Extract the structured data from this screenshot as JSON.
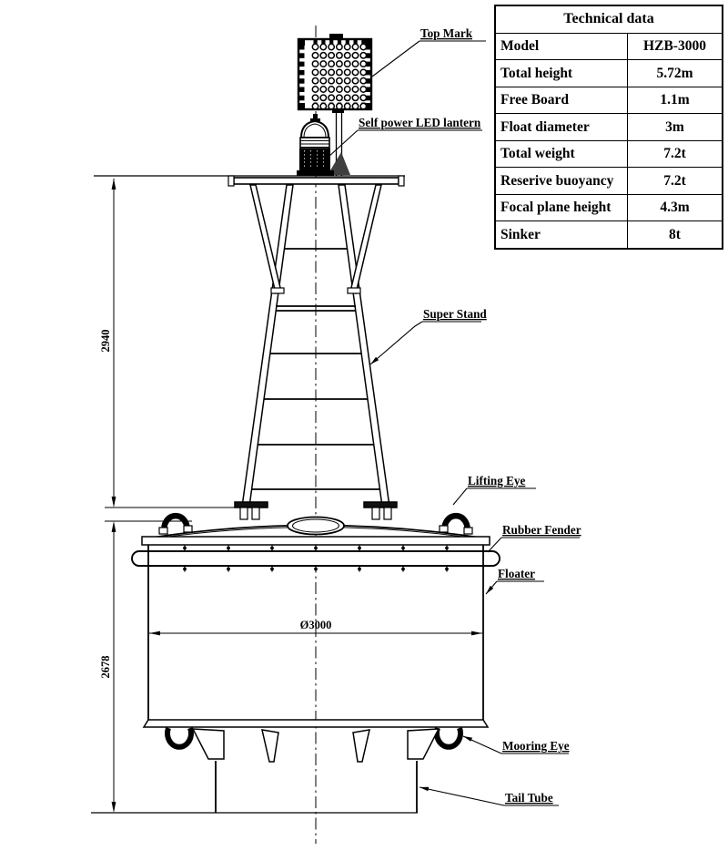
{
  "table": {
    "title": "Technical data",
    "rows": [
      {
        "label": "Model",
        "value": "HZB-3000"
      },
      {
        "label": "Total height",
        "value": "5.72m"
      },
      {
        "label": "Free Board",
        "value": "1.1m"
      },
      {
        "label": "Float diameter",
        "value": "3m"
      },
      {
        "label": "Total weight",
        "value": "7.2t"
      },
      {
        "label": "Reserive buoyancy",
        "value": "7.2t"
      },
      {
        "label": "Focal plane height",
        "value": "4.3m"
      },
      {
        "label": "Sinker",
        "value": "8t"
      }
    ]
  },
  "labels": {
    "top_mark": "Top Mark",
    "led_lantern": "Self power LED lantern",
    "super_stand": "Super Stand",
    "lifting_eye": "Lifting Eye",
    "rubber_fender": "Rubber Fender",
    "floater": "Floater",
    "mooring_eye": "Mooring Eye",
    "tail_tube": "Tail Tube"
  },
  "dimensions": {
    "stand_height": "2940",
    "hull_height": "2678",
    "float_diameter": "Ø3000"
  },
  "colors": {
    "line": "#000000",
    "background": "#ffffff"
  }
}
